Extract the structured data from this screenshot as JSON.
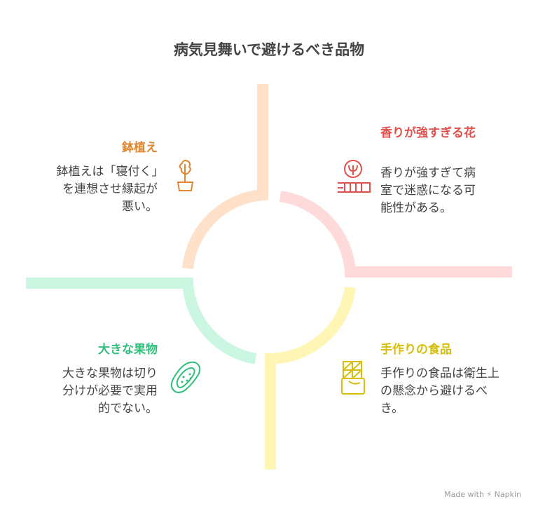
{
  "title": "病気見舞いで避けるべき品物",
  "colors": {
    "orange": "#E0862C",
    "red": "#E0504F",
    "green": "#2EBF7A",
    "yellow": "#D6BE0A"
  },
  "items": [
    {
      "heading": "鉢植え",
      "body": "鉢植えは「寝付く」を連想させ縁起が悪い。",
      "icon": "potted-plant-icon"
    },
    {
      "heading": "香りが強すぎる花",
      "body": "香りが強すぎて病室で迷惑になる可能性がある。",
      "icon": "perfume-icon"
    },
    {
      "heading": "大きな果物",
      "body": "大きな果物は切り分けが必要で実用的でない。",
      "icon": "fruit-icon"
    },
    {
      "heading": "手作りの食品",
      "body": "手作りの食品は衛生上の懸念から避けるべき。",
      "icon": "chocolate-icon"
    }
  ],
  "footer": "Made with ⚡ Napkin"
}
